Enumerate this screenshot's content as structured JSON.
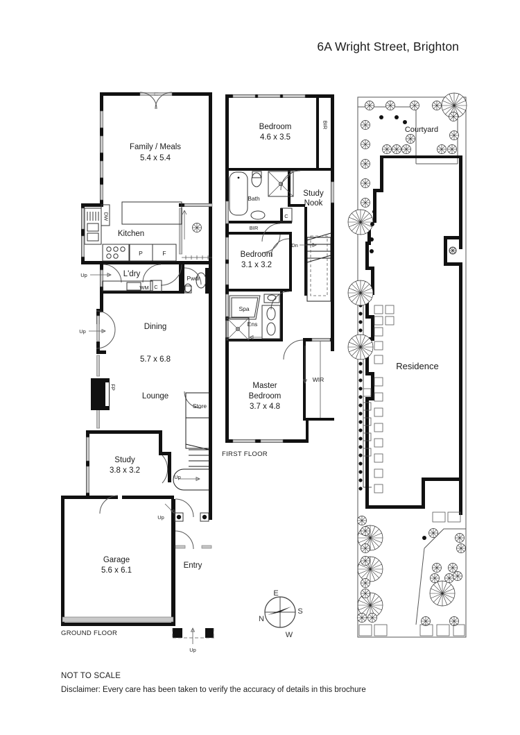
{
  "document": {
    "title": "6A Wright Street, Brighton",
    "not_to_scale": "NOT TO SCALE",
    "disclaimer": "Disclaimer: Every care has been taken to verify the accuracy of details in this brochure"
  },
  "compass": {
    "north": "N",
    "east": "E",
    "south": "S",
    "west": "W"
  },
  "ground_floor": {
    "label": "GROUND FLOOR",
    "rooms": [
      {
        "name": "Family / Meals",
        "dims": "5.4 x 5.4"
      },
      {
        "name": "Kitchen",
        "dims": ""
      },
      {
        "name": "L'dry",
        "dims": ""
      },
      {
        "name": "Pwdr",
        "dims": ""
      },
      {
        "name": "Dining",
        "dims": "5.7 x 6.8"
      },
      {
        "name": "Lounge",
        "dims": ""
      },
      {
        "name": "Study",
        "dims": "3.8 x 3.2"
      },
      {
        "name": "Store",
        "dims": ""
      },
      {
        "name": "Garage",
        "dims": "5.6 x 6.1"
      },
      {
        "name": "Entry",
        "dims": ""
      }
    ],
    "fixtures": [
      {
        "code": "DW"
      },
      {
        "code": "P"
      },
      {
        "code": "F"
      },
      {
        "code": "WM"
      },
      {
        "code": "C"
      },
      {
        "code": "FP"
      }
    ],
    "stair_markers": [
      {
        "label": "Up"
      },
      {
        "label": "Up"
      },
      {
        "label": "Up"
      },
      {
        "label": "Up"
      }
    ]
  },
  "first_floor": {
    "label": "FIRST FLOOR",
    "rooms": [
      {
        "name": "Bedroom",
        "dims": "4.6 x 3.5"
      },
      {
        "name": "Bath",
        "dims": ""
      },
      {
        "name": "Study Nook",
        "dims": ""
      },
      {
        "name": "Bedroom",
        "dims": "3.1 x 3.2"
      },
      {
        "name": "Spa",
        "dims": ""
      },
      {
        "name": "Ens",
        "dims": ""
      },
      {
        "name": "Master Bedroom",
        "dims": "3.7 x 4.8"
      }
    ],
    "fixtures": [
      {
        "code": "BIR"
      },
      {
        "code": "BIR"
      },
      {
        "code": "C"
      },
      {
        "code": "WIR"
      }
    ],
    "stair_markers": [
      {
        "label": "Dn"
      }
    ]
  },
  "site_plan": {
    "labels": [
      {
        "name": "Courtyard"
      },
      {
        "name": "Residence"
      }
    ]
  },
  "text": {
    "family_meals": "Family / Meals",
    "family_meals_dims": "5.4 x 5.4",
    "kitchen": "Kitchen",
    "ldry": "L'dry",
    "pwdr": "Pwdr",
    "dining": "Dining",
    "dining_dims": "5.7 x 6.8",
    "lounge": "Lounge",
    "study_g": "Study",
    "study_g_dims": "3.8 x 3.2",
    "store": "Store",
    "garage": "Garage",
    "garage_dims": "5.6 x 6.1",
    "entry": "Entry",
    "dw": "DW",
    "p": "P",
    "f": "F",
    "wm": "WM",
    "c_g": "C",
    "fp": "FP",
    "up1": "Up",
    "up2": "Up",
    "up3": "Up",
    "up4": "Up",
    "ground_label": "GROUND FLOOR",
    "bed1": "Bedroom",
    "bed1_dims": "4.6 x 3.5",
    "bath": "Bath",
    "study_nook_1": "Study",
    "study_nook_2": "Nook",
    "bed2": "Bedroom",
    "bed2_dims": "3.1 x 3.2",
    "spa": "Spa",
    "ens": "Ens",
    "master_1": "Master",
    "master_2": "Bedroom",
    "master_dims": "3.7 x 4.8",
    "bir1": "BIR",
    "bir2": "BIR",
    "c_f": "C",
    "wir": "WIR",
    "dn": "Dn",
    "first_label": "FIRST FLOOR",
    "courtyard": "Courtyard",
    "residence": "Residence"
  }
}
